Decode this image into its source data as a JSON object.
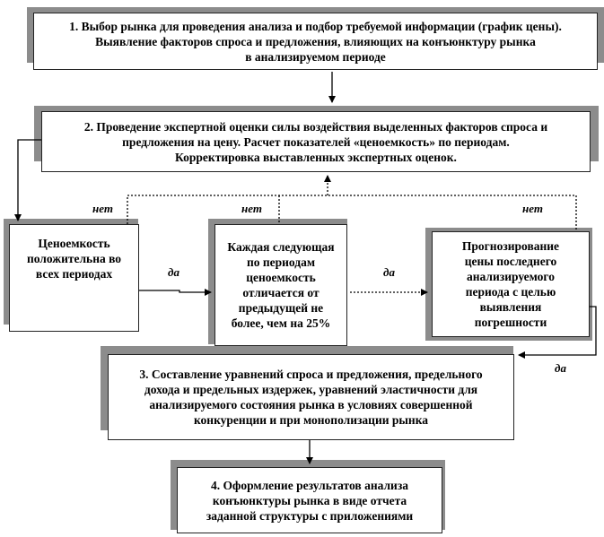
{
  "boxes": {
    "step1": [
      "1. Выбор рынка для проведения анализа и подбор требуемой информации (график цены).",
      "Выявление факторов  спроса и предложения, влияющих на конъюнктуру рынка",
      "в анализируемом периоде"
    ],
    "step2": [
      "2. Проведение экспертной оценки силы воздействия выделенных факторов спроса и",
      "предложения на цену. Расчет показателей «ценоемкость»  по периодам.",
      "Корректировка выставленных экспертных оценок."
    ],
    "left": [
      "Ценоемкость",
      "положительна во",
      "всех периодах"
    ],
    "middle": [
      "Каждая следующая",
      "по периодам",
      "ценоемкость",
      "отличается от",
      "предыдущей не",
      "более, чем на 25%"
    ],
    "right": [
      "Прогнозирование",
      "цены последнего",
      "анализируемого",
      "периода с целью",
      "выявления",
      "погрешности"
    ],
    "step3": [
      "3. Составление уравнений спроса и предложения, предельного",
      "дохода и предельных издержек, уравнений эластичности для",
      "анализируемого состояния рынка в условиях совершенной",
      "конкуренции и при монополизации рынка"
    ],
    "step4": [
      "4. Оформление результатов  анализа",
      "конъюнктуры  рынка в виде отчета",
      "заданной структуры  с приложениями"
    ]
  },
  "labels": {
    "no_left": "нет",
    "no_middle": "нет",
    "no_right": "нет",
    "yes_left": "да",
    "yes_middle": "да",
    "yes_right": "да"
  },
  "colors": {
    "shadow": "#8c8c8c",
    "border": "#222222",
    "text": "#000000"
  }
}
